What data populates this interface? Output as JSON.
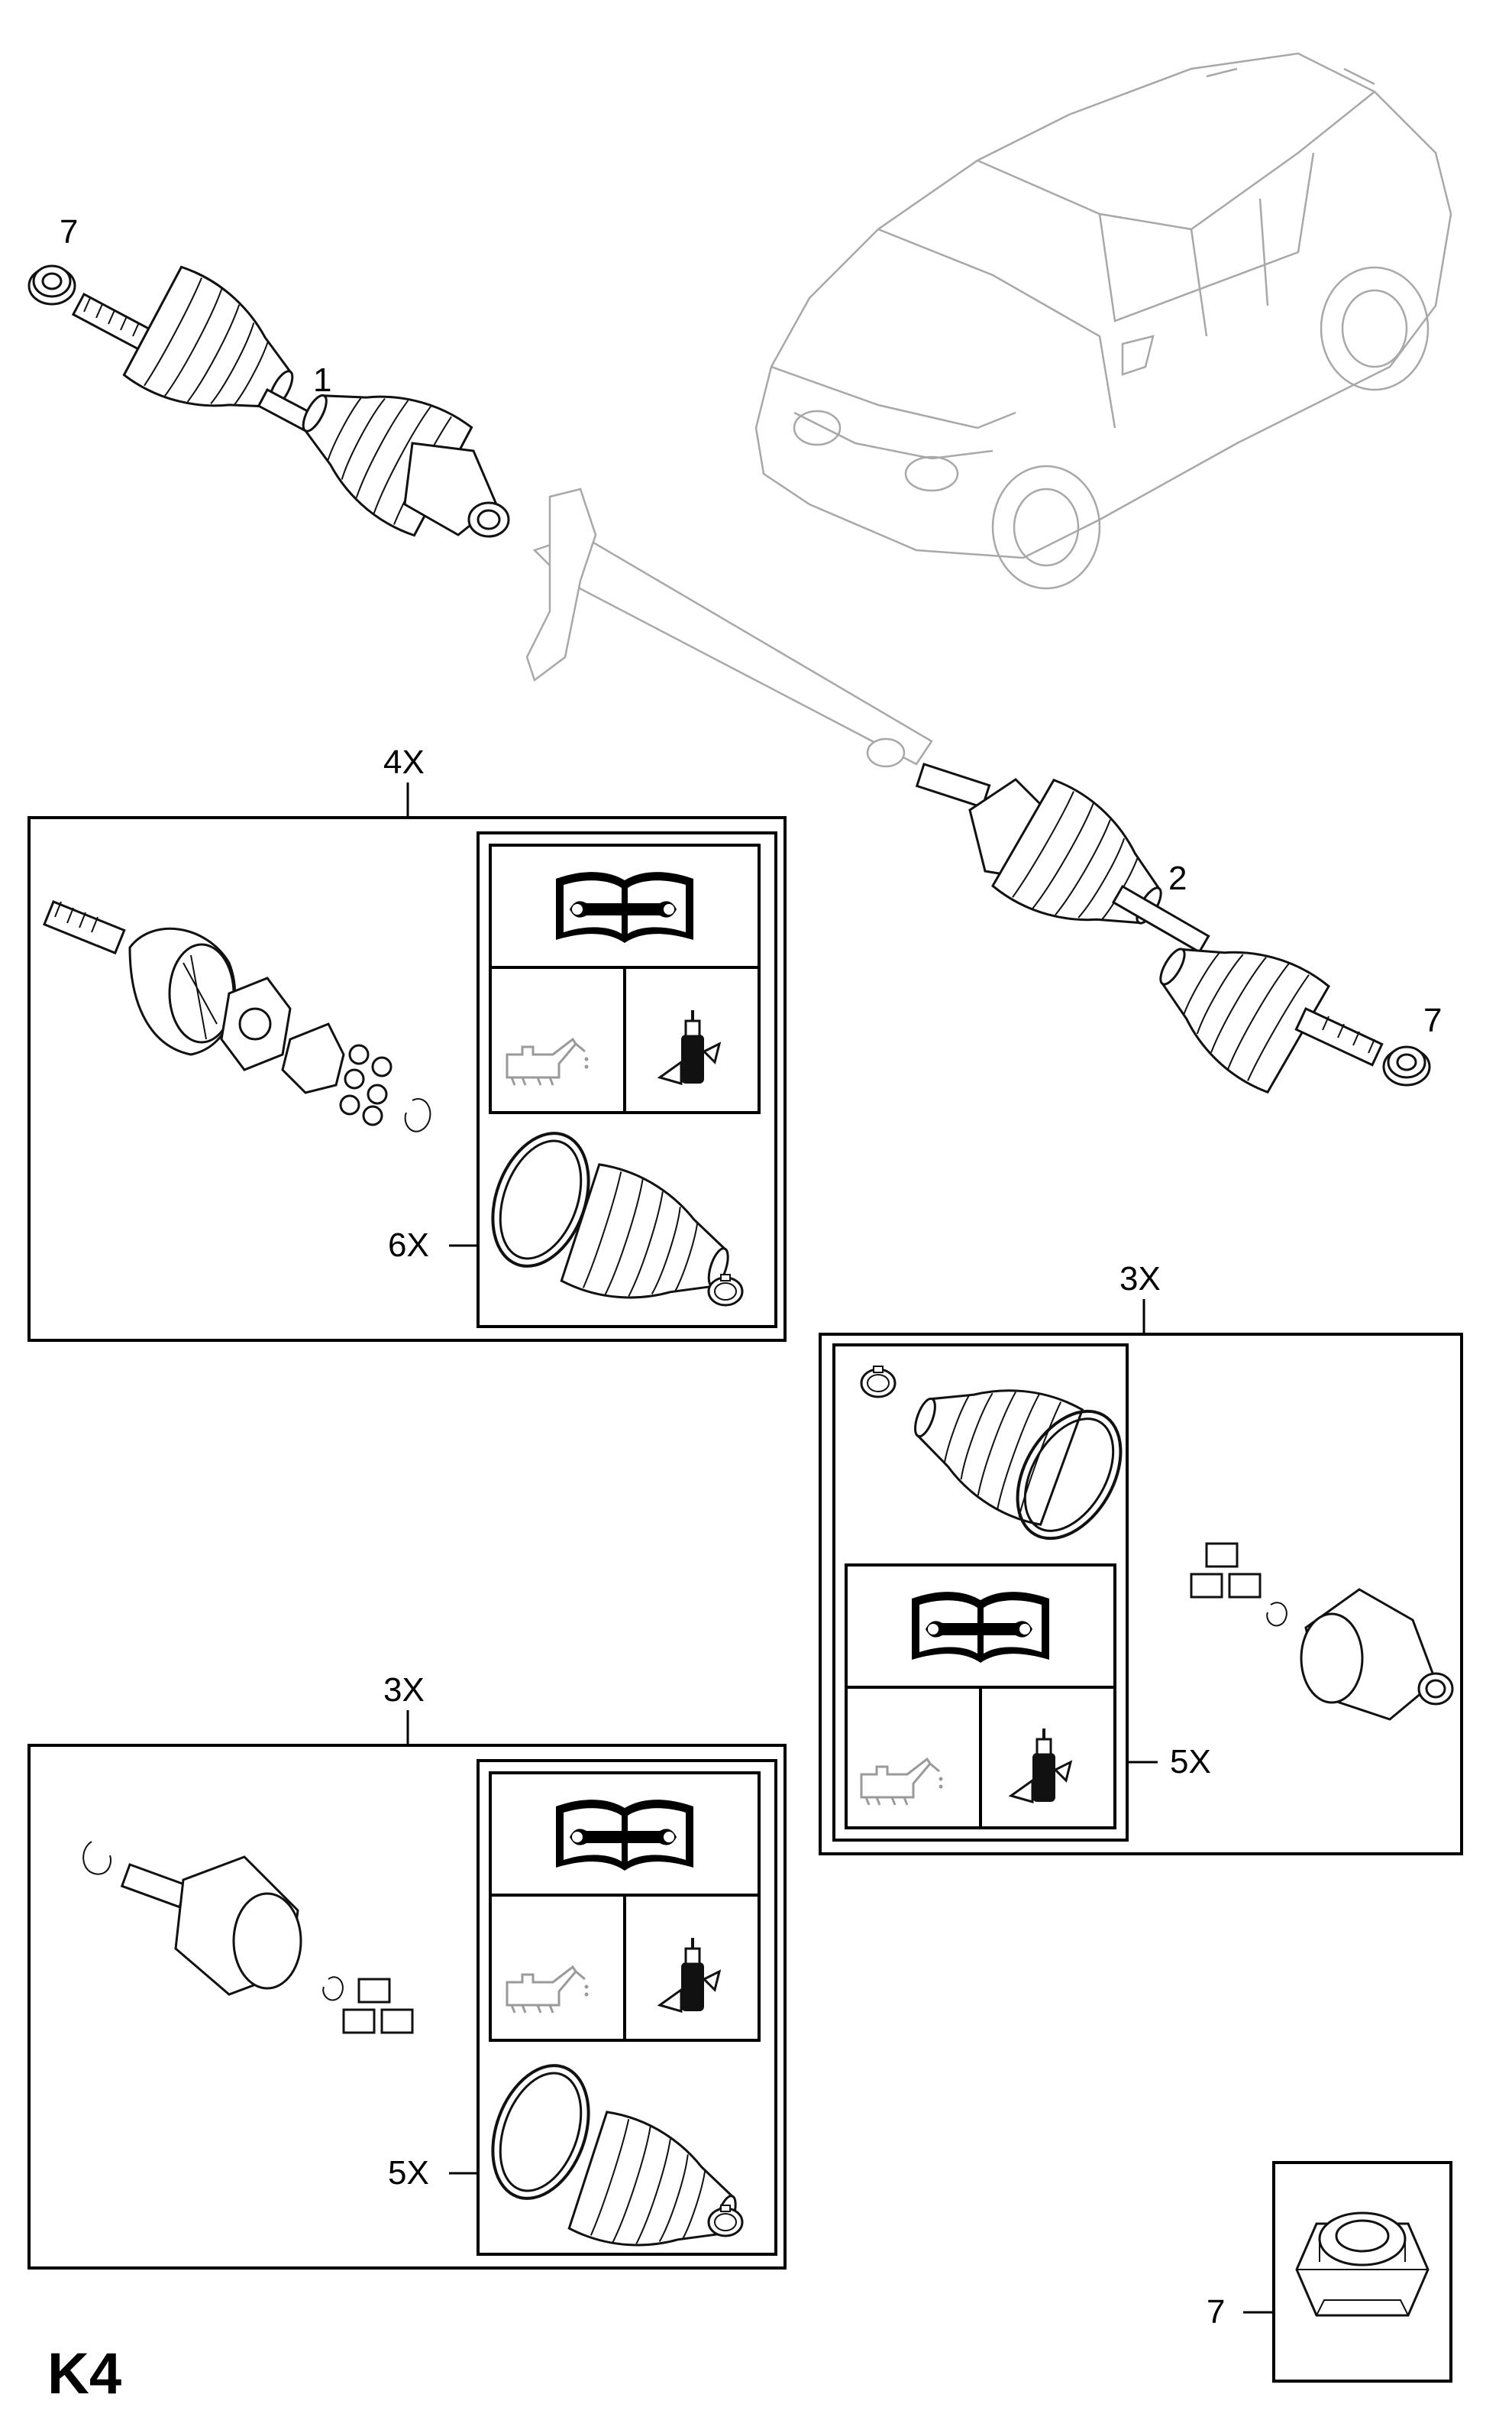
{
  "diagram": {
    "page_code": "K4",
    "callouts": {
      "front_left_shaft": "1",
      "front_right_shaft": "2",
      "hub_nut_top_left": "7",
      "hub_nut_right": "7",
      "hub_nut_detail": "7"
    },
    "kits": {
      "outer_joint_kit": {
        "quantity": "4X",
        "boot_quantity": "6X"
      },
      "inner_joint_kit_right": {
        "quantity": "3X",
        "boot_quantity": "5X"
      },
      "inner_joint_kit_left": {
        "quantity": "3X",
        "boot_quantity": "5X"
      }
    },
    "icons": [
      "book-wrench-icon",
      "oil-can-icon",
      "grease-tube-icon",
      "ghost-vehicle-icon"
    ]
  }
}
